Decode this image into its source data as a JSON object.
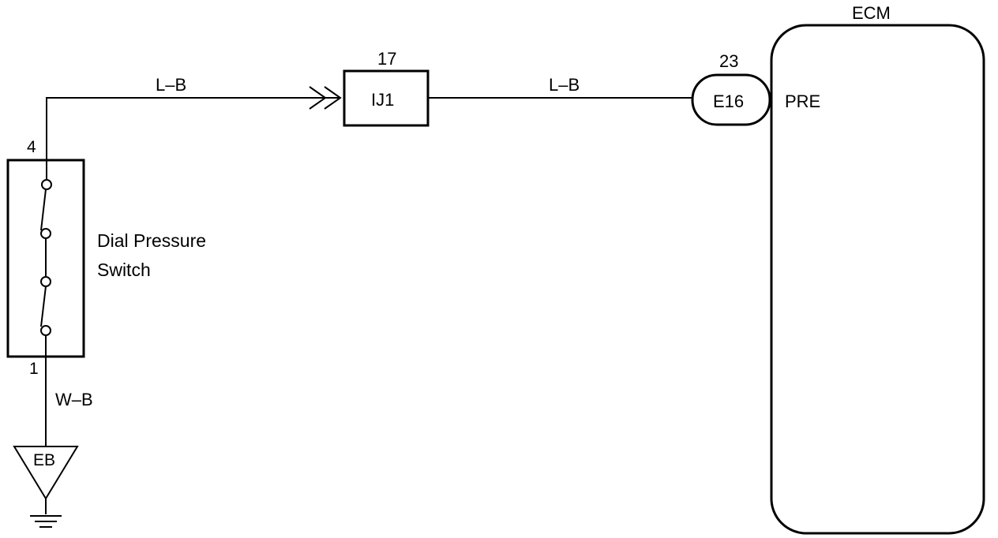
{
  "switch": {
    "name_line1": "Dial Pressure",
    "name_line2": "Switch",
    "pin_top": "4",
    "pin_bottom": "1"
  },
  "wires": {
    "switch_to_junction": "L–B",
    "junction_to_ecm": "L–B",
    "switch_to_ground": "W–B"
  },
  "junction": {
    "label": "IJ1",
    "pin": "17"
  },
  "ecm_connector": {
    "label": "E16",
    "pin": "23"
  },
  "ecm": {
    "title": "ECM",
    "terminal": "PRE"
  },
  "ground": {
    "label": "EB"
  }
}
